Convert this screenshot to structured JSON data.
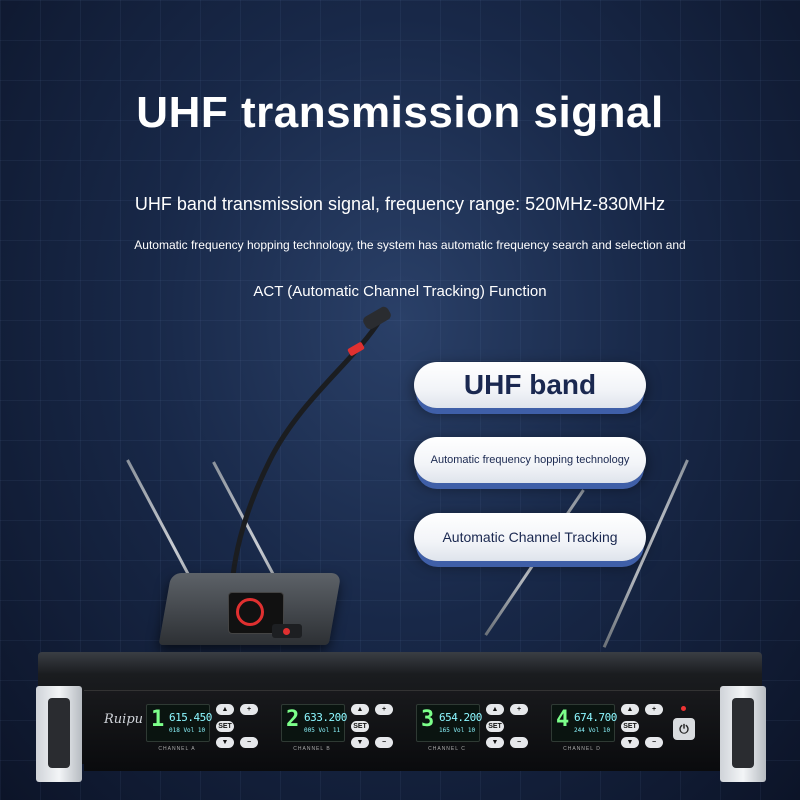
{
  "headline": "UHF transmission signal",
  "subtitle_1": "UHF band transmission signal, frequency range: 520MHz-830MHz",
  "subtitle_2": "Automatic frequency hopping technology, the system has automatic frequency search and selection and",
  "subtitle_3": "ACT (Automatic Channel Tracking) Function",
  "features": [
    {
      "label": "UHF band"
    },
    {
      "label": "Automatic frequency hopping technology"
    },
    {
      "label": "Automatic Channel Tracking"
    }
  ],
  "receiver": {
    "brand": "Ruipu",
    "channels": [
      {
        "num": "1",
        "freq": "615.450",
        "sub": "018  Vol 10",
        "label": "CHANNEL A"
      },
      {
        "num": "2",
        "freq": "633.200",
        "sub": "005  Vol 11",
        "label": "CHANNEL B"
      },
      {
        "num": "3",
        "freq": "654.200",
        "sub": "165  Vol 10",
        "label": "CHANNEL C"
      },
      {
        "num": "4",
        "freq": "674.700",
        "sub": "244  Vol 10",
        "label": "CHANNEL D"
      }
    ],
    "key_labels": {
      "up": "▲",
      "plus": "+",
      "set": "SET",
      "down": "▼",
      "minus": "−"
    },
    "power_symbol": "⏻"
  },
  "colors": {
    "background": "#182848",
    "pill_accent": "#3f5fa8",
    "lcd_green": "#7cff8a",
    "lcd_cyan": "#8cf7ff"
  }
}
